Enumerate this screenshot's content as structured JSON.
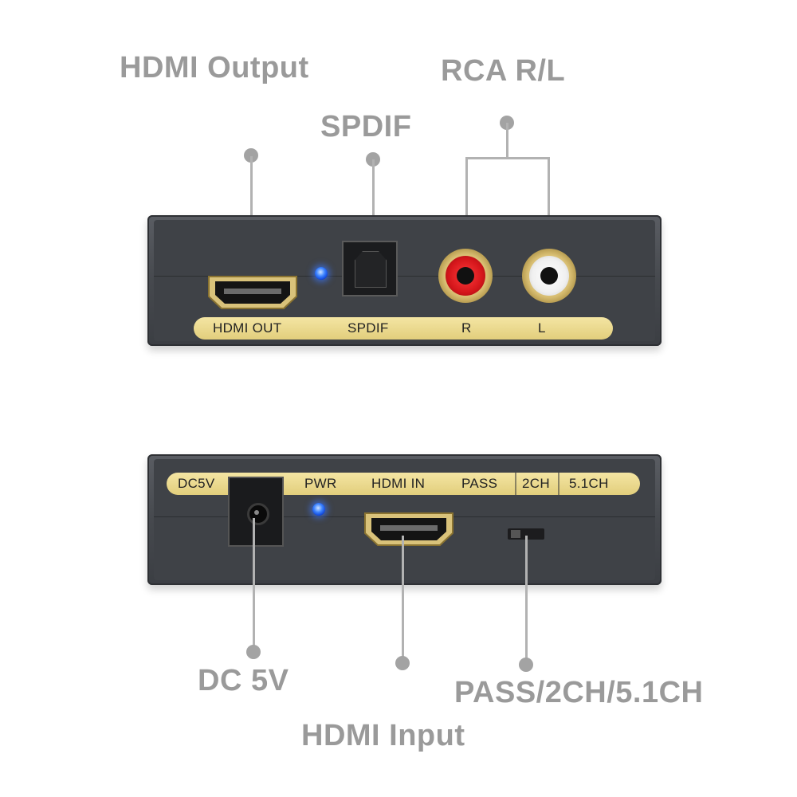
{
  "callouts": {
    "hdmi_output": "HDMI Output",
    "spdif": "SPDIF",
    "rca": "RCA R/L",
    "dc5v": "DC 5V",
    "hdmi_input": "HDMI Input",
    "mode_switch": "PASS/2CH/5.1CH"
  },
  "front_panel": {
    "labels": [
      "HDMI OUT",
      "SPDIF",
      "R",
      "L"
    ]
  },
  "back_panel": {
    "labels": [
      "DC5V",
      "PWR",
      "HDMI IN",
      "PASS",
      "2CH",
      "5.1CH"
    ]
  },
  "colors": {
    "callout_text": "#9a9a9a",
    "panel": "#45484d",
    "label_strip": "#ecd98c",
    "led": "#2f6bff",
    "rca_right": "#d4161b",
    "rca_left": "#f5f5f5"
  }
}
